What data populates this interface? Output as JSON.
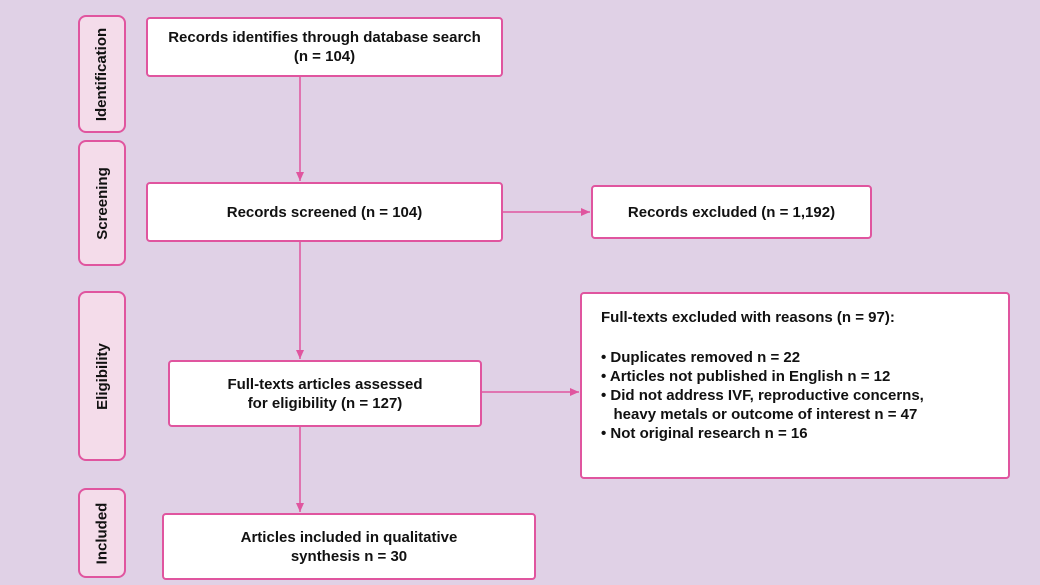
{
  "stages": [
    {
      "id": "identification",
      "label": "Identification"
    },
    {
      "id": "screening",
      "label": "Screening"
    },
    {
      "id": "eligibility",
      "label": "Eligibility"
    },
    {
      "id": "included",
      "label": "Included"
    }
  ],
  "boxes": {
    "identified": {
      "line1": "Records identifies through database search",
      "line2": "(n = 104)"
    },
    "screened": {
      "line1": "Records screened (n = 104)"
    },
    "excluded": {
      "line1": "Records excluded (n = 1,192)"
    },
    "assessed": {
      "line1": "Full-texts articles assessed",
      "line2": "for eligibility (n = 127)"
    },
    "fulltext_excluded": {
      "title": "Full-texts excluded with reasons (n = 97):",
      "reasons": [
        "• Duplicates removed n = 22",
        "• Articles not published in English n = 12",
        "• Did not address IVF, reproductive concerns,",
        "   heavy metals or outcome of interest n = 47",
        "• Not original research n = 16"
      ]
    },
    "included": {
      "line1": "Articles included in qualitative",
      "line2": "synthesis n = 30"
    }
  },
  "colors": {
    "background": "#e0d1e6",
    "accent": "#e0559f",
    "tab_fill": "#f4dcea"
  }
}
